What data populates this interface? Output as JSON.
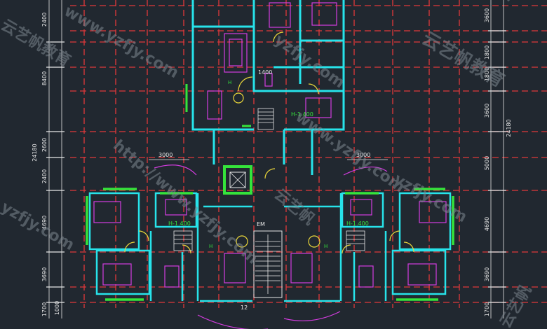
{
  "window": {
    "title": ""
  },
  "drawing": {
    "left_dims": [
      "2400",
      "8400",
      "24180",
      "2600",
      "2400",
      "4690",
      "3690",
      "1700",
      "1000"
    ],
    "right_dims": [
      "3600",
      "1800",
      "1800",
      "3600",
      "24180",
      "5000",
      "4690",
      "3690",
      "1700"
    ],
    "room_dims": [
      "3000",
      "3000",
      "1400"
    ],
    "level_marks": [
      "H-1.400",
      "H-1.400",
      "H-1.400"
    ],
    "elevator_label": "EM",
    "center_label": "12",
    "h_marks": [
      "H",
      "H",
      "H"
    ]
  },
  "watermark": {
    "url": "www.yzfjy.com",
    "url_short": "yzfjy.com",
    "url_http": "http://www.yzfjy.com",
    "brand": "云艺帆教育",
    "brand_short": "云艺帆"
  },
  "colors": {
    "background": "#212830",
    "wall_cyan": "#27e3ea",
    "wall_green": "#35e43b",
    "furniture_magenta": "#d43ce0",
    "axis_red": "#e0383b",
    "door_yellow": "#ecd83a",
    "dim_white": "#e8e8e8"
  }
}
